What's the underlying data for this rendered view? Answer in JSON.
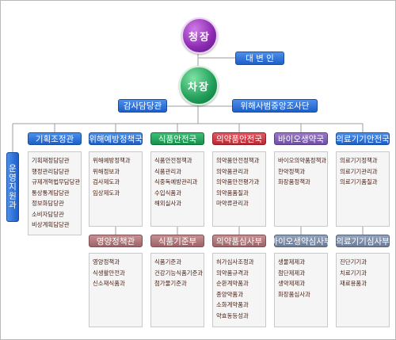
{
  "top": {
    "chief": "청장",
    "deputy": "차장",
    "spokesperson": "대 변 인",
    "audit": "감사담당관",
    "investigation": "위해사범중앙조사단",
    "operations": "운영지원과"
  },
  "departments": [
    {
      "title": "기획조정관",
      "color": "blue",
      "units": [
        "기획재정담당관",
        "행정관리담당관",
        "규제개혁법무담당관",
        "통상통계담당관",
        "정보화담당관",
        "소비자담당관",
        "비상계획담당관"
      ]
    },
    {
      "title": "위해예방정책국",
      "color": "blue",
      "units": [
        "위해예방정책과",
        "위해정보과",
        "검사제도과",
        "임상제도과"
      ]
    },
    {
      "title": "식품안전국",
      "color": "green",
      "units": [
        "식품안전정책과",
        "식품관리과",
        "식중독예방관리과",
        "수입식품과",
        "해외실사과"
      ]
    },
    {
      "title": "의약품안전국",
      "color": "red",
      "units": [
        "의약품안전정책과",
        "의약품관리과",
        "의약품안전평가과",
        "의약품품질과",
        "마약류관리과"
      ]
    },
    {
      "title": "바이오생약국",
      "color": "purple",
      "units": [
        "바이오의약품정책과",
        "한약정책과",
        "화장품정책과"
      ]
    },
    {
      "title": "의료기기안전국",
      "color": "blue",
      "units": [
        "의료기기정책과",
        "의료기기관리과",
        "의료기기품질과"
      ]
    }
  ],
  "subDepartments": [
    {
      "title": "영양정책관",
      "color": "rose",
      "units": [
        "영양정책과",
        "식생활안전과",
        "신소재식품과"
      ]
    },
    {
      "title": "식품기준부",
      "color": "rose",
      "units": [
        "식품기준과",
        "건강기능식품기준과",
        "첨가물기준과"
      ]
    },
    {
      "title": "의약품심사부",
      "color": "rose",
      "units": [
        "허가심사조정과",
        "의약품규격과",
        "순환계약품과",
        "종양약품과",
        "소화계약품과",
        "약효동등성과"
      ]
    },
    {
      "title": "바이오생약심사부",
      "color": "steel",
      "units": [
        "생물제제과",
        "첨단제제과",
        "생약제제과",
        "화장품심사과"
      ]
    },
    {
      "title": "의료기기심사부",
      "color": "steel",
      "units": [
        "진단기기과",
        "치료기기과",
        "재료용품과"
      ]
    }
  ]
}
